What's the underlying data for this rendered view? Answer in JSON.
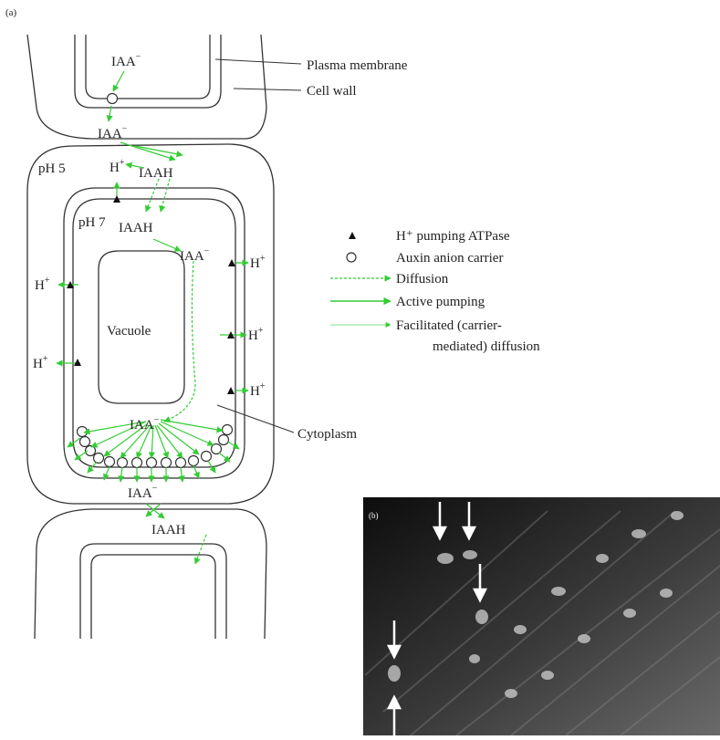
{
  "panel_a": {
    "panel_label": "(a)",
    "plasma_membrane_label": "Plasma membrane",
    "cell_wall_label": "Cell wall",
    "cytoplasm_label": "Cytoplasm",
    "vacuole_label": "Vacuole",
    "ph_outside": "pH 5",
    "ph_inside": "pH 7",
    "iaa_anion": "IAA",
    "iaah": "IAAH",
    "hplus": "H",
    "minus_sign": "−",
    "plus_sign": "+"
  },
  "legend": {
    "atpase": "H⁺ pumping ATPase",
    "carrier": "Auxin anion carrier",
    "diffusion": "Diffusion",
    "active": "Active pumping",
    "facilitated_line1": "Facilitated (carrier-",
    "facilitated_line2": "mediated) diffusion"
  },
  "panel_b": {
    "panel_label": "(b)"
  },
  "colors": {
    "green": "#33cc33",
    "line": "#333333",
    "micrograph_dark": "#1a1a1a"
  }
}
